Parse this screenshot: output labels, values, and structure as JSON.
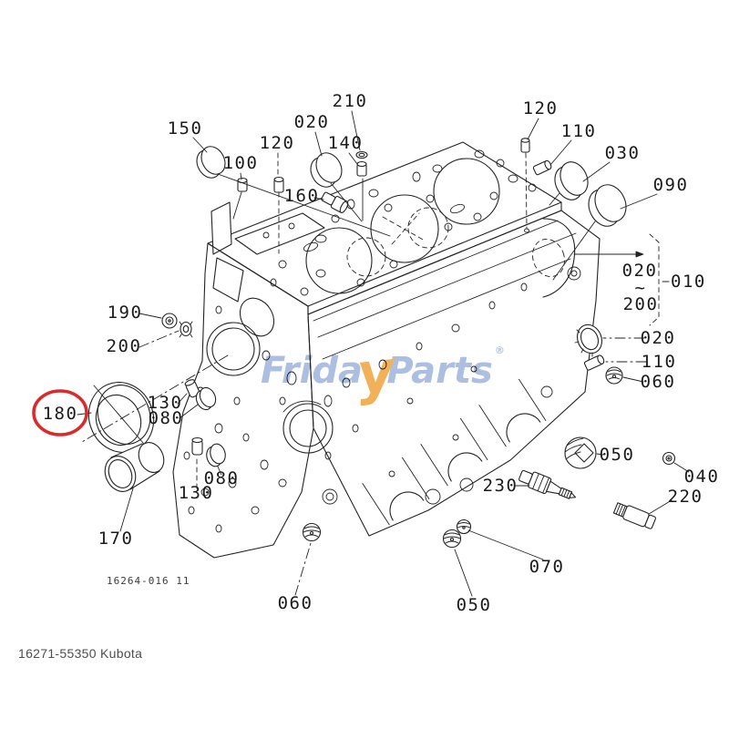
{
  "page": {
    "footer": "16271-55350 Kubota",
    "drawing_number": "16264-016 11"
  },
  "watermark": {
    "part1": "Frid",
    "part2": "a",
    "part3": "y",
    "part4": "Parts",
    "reg": "®",
    "blue": "#9db4db",
    "orange": "#f0a23a"
  },
  "highlight": {
    "label": "180",
    "color": "#d92b2b"
  },
  "callouts": [
    {
      "id": "c150",
      "label": "150"
    },
    {
      "id": "c100",
      "label": "100"
    },
    {
      "id": "c120a",
      "label": "120"
    },
    {
      "id": "c020a",
      "label": "020"
    },
    {
      "id": "c140",
      "label": "140"
    },
    {
      "id": "c210",
      "label": "210"
    },
    {
      "id": "c160",
      "label": "160"
    },
    {
      "id": "c120b",
      "label": "120"
    },
    {
      "id": "c110a",
      "label": "110"
    },
    {
      "id": "c030",
      "label": "030"
    },
    {
      "id": "c090",
      "label": "090"
    },
    {
      "id": "c020r",
      "label": "020"
    },
    {
      "id": "tilde",
      "label": "~"
    },
    {
      "id": "c200r",
      "label": "200"
    },
    {
      "id": "c010",
      "label": "010"
    },
    {
      "id": "c020b",
      "label": "020"
    },
    {
      "id": "c110b",
      "label": "110"
    },
    {
      "id": "c060a",
      "label": "060"
    },
    {
      "id": "c190",
      "label": "190"
    },
    {
      "id": "c200",
      "label": "200"
    },
    {
      "id": "c180",
      "label": "180"
    },
    {
      "id": "c130a",
      "label": "130"
    },
    {
      "id": "c080a",
      "label": "080"
    },
    {
      "id": "c170",
      "label": "170"
    },
    {
      "id": "c130b",
      "label": "130"
    },
    {
      "id": "c080b",
      "label": "080"
    },
    {
      "id": "c060b",
      "label": "060"
    },
    {
      "id": "c050b",
      "label": "050"
    },
    {
      "id": "c070",
      "label": "070"
    },
    {
      "id": "c050a",
      "label": "050"
    },
    {
      "id": "c040",
      "label": "040"
    },
    {
      "id": "c230",
      "label": "230"
    },
    {
      "id": "c220",
      "label": "220"
    }
  ]
}
